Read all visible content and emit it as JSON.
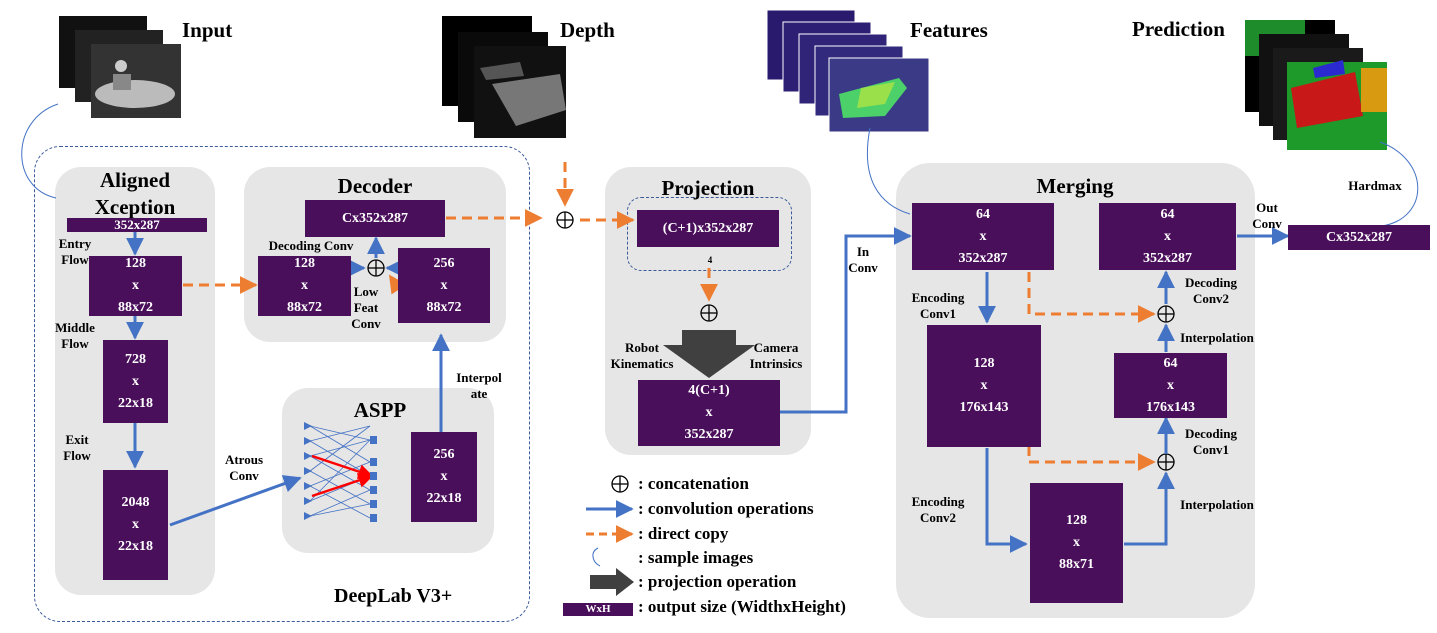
{
  "headers": {
    "input": "Input",
    "depth": "Depth",
    "features": "Features",
    "prediction": "Prediction"
  },
  "xception": {
    "title_line1": "Aligned",
    "title_line2": "Xception",
    "size_bar": "352x287",
    "entry_flow": [
      "Entry",
      "Flow"
    ],
    "middle_flow": [
      "Middle",
      "Flow"
    ],
    "exit_flow": [
      "Exit",
      "Flow"
    ],
    "blocks": [
      [
        "128",
        "x",
        "88x72"
      ],
      [
        "728",
        "x",
        "22x18"
      ],
      [
        "2048",
        "x",
        "22x18"
      ]
    ]
  },
  "decoder": {
    "title": "Decoder",
    "out": "Cx352x287",
    "decoding_conv": "Decoding Conv",
    "left": [
      "128",
      "x",
      "88x72"
    ],
    "right": [
      "256",
      "x",
      "88x72"
    ],
    "low_feat": [
      "Low",
      "Feat",
      "Conv"
    ]
  },
  "aspp": {
    "title": "ASPP",
    "block": [
      "256",
      "x",
      "22x18"
    ],
    "atrous": [
      "Atrous",
      "Conv"
    ],
    "interpolate": [
      "Interpol",
      "ate"
    ]
  },
  "deeplab": "DeepLab V3+",
  "projection": {
    "title": "Projection",
    "concat_block": "(C+1)x352x287",
    "small_label": "4",
    "robot": [
      "Robot",
      "Kinematics"
    ],
    "camera": [
      "Camera",
      "Intrinsics"
    ],
    "out": [
      "4(C+1)",
      "x",
      "352x287"
    ]
  },
  "merging": {
    "title": "Merging",
    "in_conv": [
      "In",
      "Conv"
    ],
    "out_conv": [
      "Out",
      "Conv"
    ],
    "hardmax": "Hardmax",
    "out_bar": "Cx352x287",
    "b1": [
      "64",
      "x",
      "352x287"
    ],
    "b2": [
      "128",
      "x",
      "176x143"
    ],
    "b3": [
      "128",
      "x",
      "88x71"
    ],
    "b4": [
      "64",
      "x",
      "176x143"
    ],
    "b5": [
      "64",
      "x",
      "352x287"
    ],
    "enc1": [
      "Encoding",
      "Conv1"
    ],
    "enc2": [
      "Encoding",
      "Conv2"
    ],
    "dec1": [
      "Decoding",
      "Conv1"
    ],
    "dec2": [
      "Decoding",
      "Conv2"
    ],
    "interp1": "Interpolation",
    "interp2": "Interpolation"
  },
  "legend": {
    "concat": ": concatenation",
    "conv": ": convolution operations",
    "copy": ": direct copy",
    "sample": ": sample images",
    "proj": ": projection operation",
    "size": ": output size (WidthxHeight)",
    "size_icon": "WxH"
  },
  "colors": {
    "block": "#4a0f5a",
    "panel": "#e6e6e6",
    "conv_arrow": "#4472c4",
    "copy_arrow": "#ed7d31",
    "proj_arrow": "#404040"
  }
}
